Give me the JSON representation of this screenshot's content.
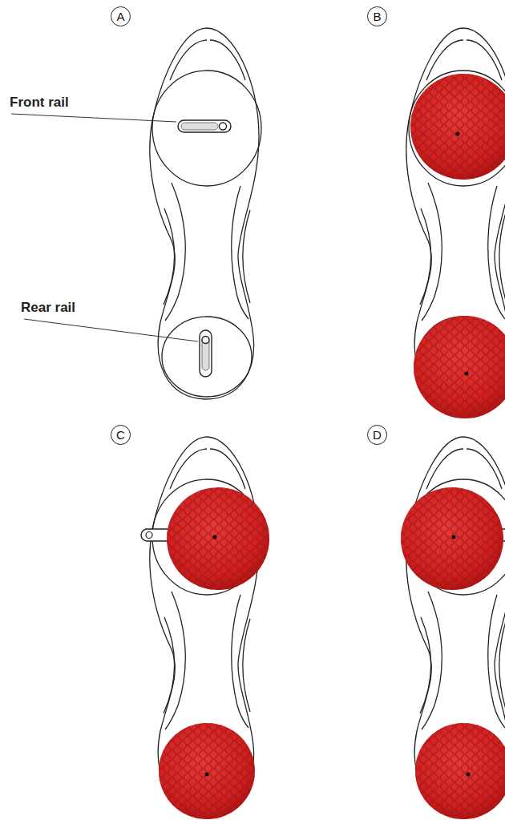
{
  "diagram": {
    "nodes": [
      {
        "text": [
          "A"
        ]
      },
      {
        "text": [
          "B"
        ]
      },
      {
        "text": [
          "C"
        ]
      },
      {
        "text": [
          "D"
        ]
      }
    ],
    "labels": [
      "Front rail",
      "Rear rail"
    ]
  }
}
